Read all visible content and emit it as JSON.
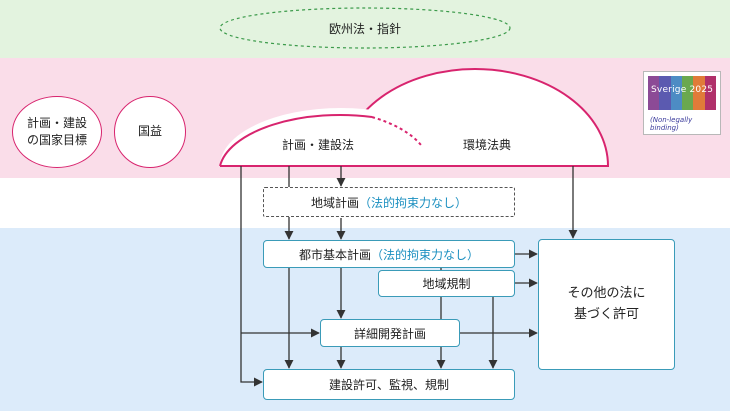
{
  "eu": {
    "label": "欧州法・指針"
  },
  "national": {
    "goals_label_line1": "計画・建設",
    "goals_label_line2": "の国家目標",
    "interest_label": "国益",
    "pbl_label": "計画・建設法",
    "env_code_label": "環境法典"
  },
  "logo": {
    "wordmark": "Sverige 2025",
    "tagline": "(Non-legally binding)"
  },
  "boxes": {
    "regional_plan": {
      "label": "地域計画",
      "note": "（法的拘束力なし）"
    },
    "comprehensive_plan": {
      "label": "都市基本計画",
      "note": "（法的拘束力なし）"
    },
    "area_regulation": {
      "label": "地域規制"
    },
    "detailed_plan": {
      "label": "詳細開発計画"
    },
    "permits": {
      "label": "建設許可、監視、規制"
    },
    "other_laws": {
      "line1": "その他の法に",
      "line2": "基づく許可"
    }
  },
  "colors": {
    "eu_band": "#e3f3df",
    "national_band": "#fadde9",
    "local_band": "#dcebfa",
    "accent": "#d8246e",
    "box_border": "#3a9bb8",
    "note_text": "#1a8fc0"
  }
}
